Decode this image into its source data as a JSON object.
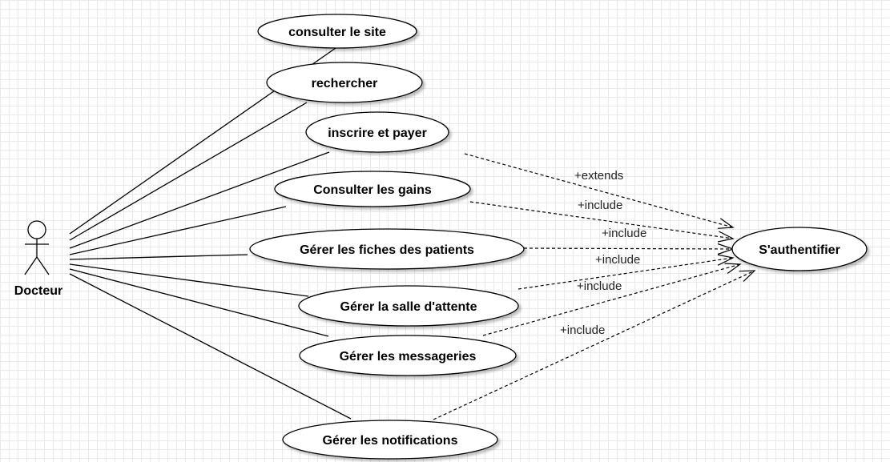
{
  "actor": {
    "name": "Docteur"
  },
  "use_cases": [
    {
      "id": "uc1",
      "label": "consulter le site"
    },
    {
      "id": "uc2",
      "label": "rechercher"
    },
    {
      "id": "uc3",
      "label": "inscrire et payer"
    },
    {
      "id": "uc4",
      "label": "Consulter les gains"
    },
    {
      "id": "uc5",
      "label": "Gérer les fiches des patients"
    },
    {
      "id": "uc6",
      "label": "Gérer la salle d'attente"
    },
    {
      "id": "uc7",
      "label": "Gérer les messageries"
    },
    {
      "id": "uc8",
      "label": "Gérer les notifications"
    }
  ],
  "target": {
    "label": "S'authentifier"
  },
  "relations": [
    {
      "from": "uc3",
      "label": "+extends"
    },
    {
      "from": "uc4",
      "label": "+include"
    },
    {
      "from": "uc5",
      "label": "+include"
    },
    {
      "from": "uc6",
      "label": "+include"
    },
    {
      "from": "uc7",
      "label": "+include"
    },
    {
      "from": "uc8",
      "label": "+include"
    }
  ]
}
